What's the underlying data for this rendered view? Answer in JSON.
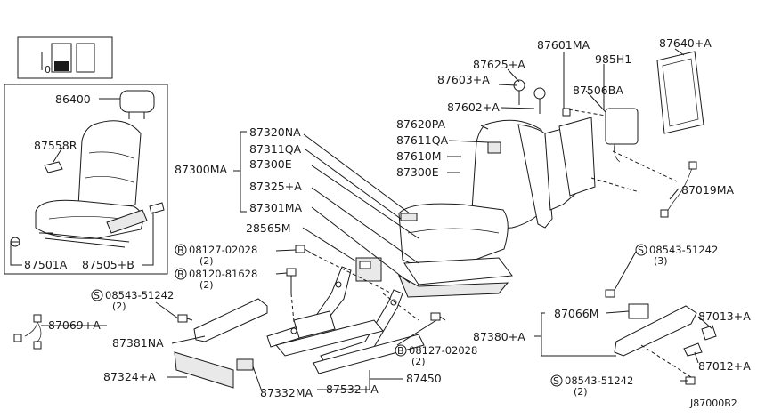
{
  "diagram_code": "J87000B2",
  "inset": {
    "labels": {
      "headrest": "86400",
      "side_cover": "87558R",
      "knob": "87501A",
      "lever": "87505+B"
    }
  },
  "labels": {
    "seat_assembly": "87300MA",
    "back_trim": "87320NA",
    "cushion_trim": "87311QA",
    "frame_e": "87300E",
    "pad": "87325+A",
    "back_pad": "87301MA",
    "motor": "28565M",
    "bolt_1": "08127-02028",
    "bolt_1_qty": "(2)",
    "bolt_2": "08120-81628",
    "bolt_2_qty": "(2)",
    "screw_1": "08543-51242",
    "screw_1_qty": "(2)",
    "harness": "87069+A",
    "adjuster_left": "87381NA",
    "finisher": "87324+A",
    "knob_cover": "87332MA",
    "rail": "87532+A",
    "adjuster_assy": "87450",
    "bolt_3": "08127-02028",
    "bolt_3_qty": "(2)",
    "back_board": "87640+A",
    "lumbar": "87601MA",
    "bracket": "985H1",
    "escutcheon": "87625+A",
    "guide": "87603+A",
    "guide_lock": "87602+A",
    "airbag": "87506BA",
    "back_pad_pa": "87620PA",
    "back_clip": "87611QA",
    "back_m": "87610M",
    "back_e": "87300E",
    "back_harness": "87019MA",
    "screw_2": "08543-51242",
    "screw_2_qty": "(3)",
    "side_finisher": "87380+A",
    "cover_m": "87066M",
    "lever_a": "87013+A",
    "lever_b": "87012+A",
    "screw_3": "08543-51242",
    "screw_3_qty": "(2)"
  },
  "symbols": {
    "bolt": "B",
    "screw": "S"
  }
}
